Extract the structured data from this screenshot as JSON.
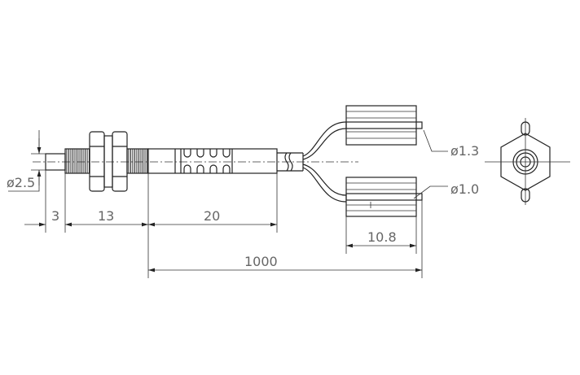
{
  "dimensions": {
    "tip_diameter": "ø2.5",
    "tip_length": "3",
    "thread_length": "13",
    "sleeve_length": "20",
    "head_length": "10.8",
    "total_length": "1000",
    "upper_fiber_diameter": "ø1.3",
    "lower_fiber_diameter": "ø1.0"
  },
  "colors": {
    "line": "#222222",
    "dimension_text": "#666666"
  }
}
